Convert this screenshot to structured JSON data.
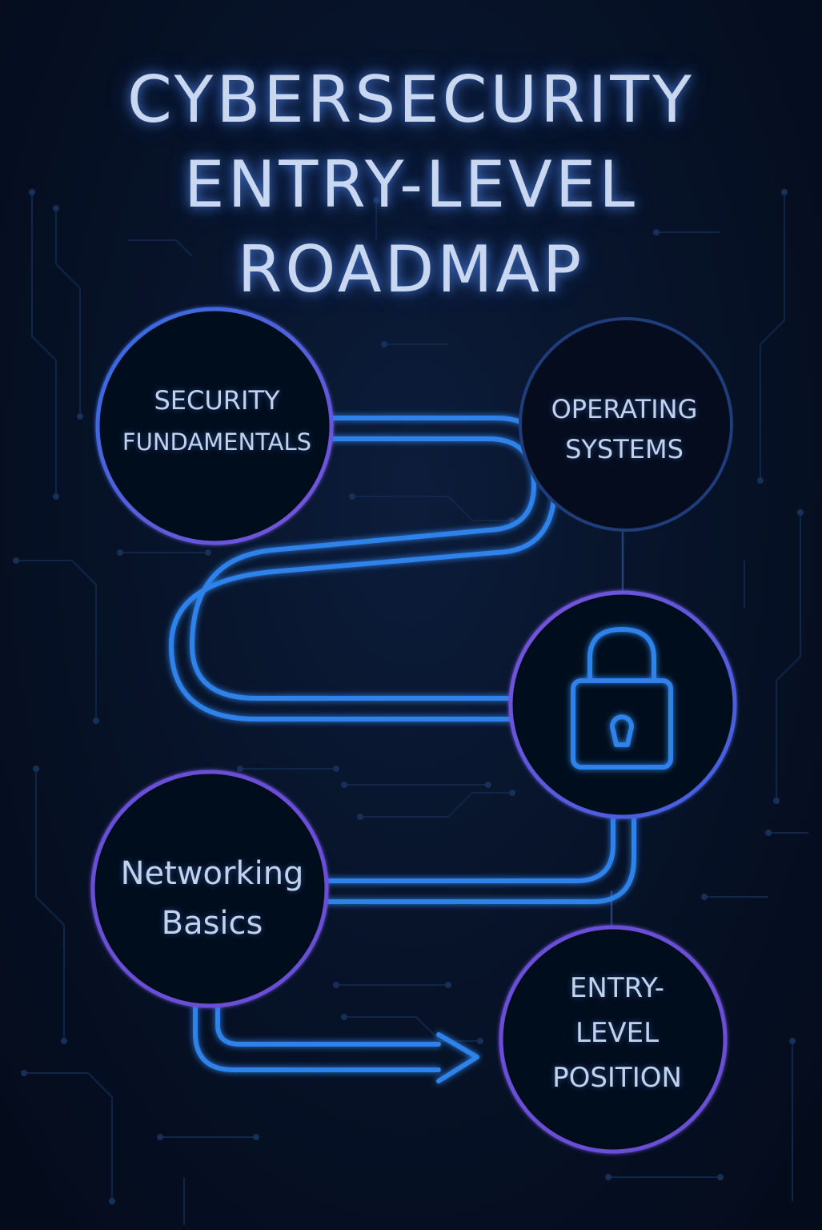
{
  "title": {
    "line1": "CYBERSECURITY",
    "line2": "ENTRY-LEVEL",
    "line3": "ROADMAP"
  },
  "nodes": {
    "security_fundamentals": {
      "line1": "SECURITY",
      "line2": "FUNDAMENTALS"
    },
    "operating_systems": {
      "line1": "OPERATING",
      "line2": "SYSTEMS"
    },
    "security_lock": {
      "icon": "padlock-icon"
    },
    "networking_basics": {
      "line1": "Networking",
      "line2": "Basics"
    },
    "entry_level_position": {
      "line1": "ENTRY-",
      "line2": "LEVEL",
      "line3": "POSITION"
    }
  },
  "colors": {
    "background": "#050d1f",
    "path_blue": "#2f7fe0",
    "ring_purple": "#6a4fd6",
    "ring_dim": "#1f3d7a",
    "text": "#c9d8f0"
  }
}
